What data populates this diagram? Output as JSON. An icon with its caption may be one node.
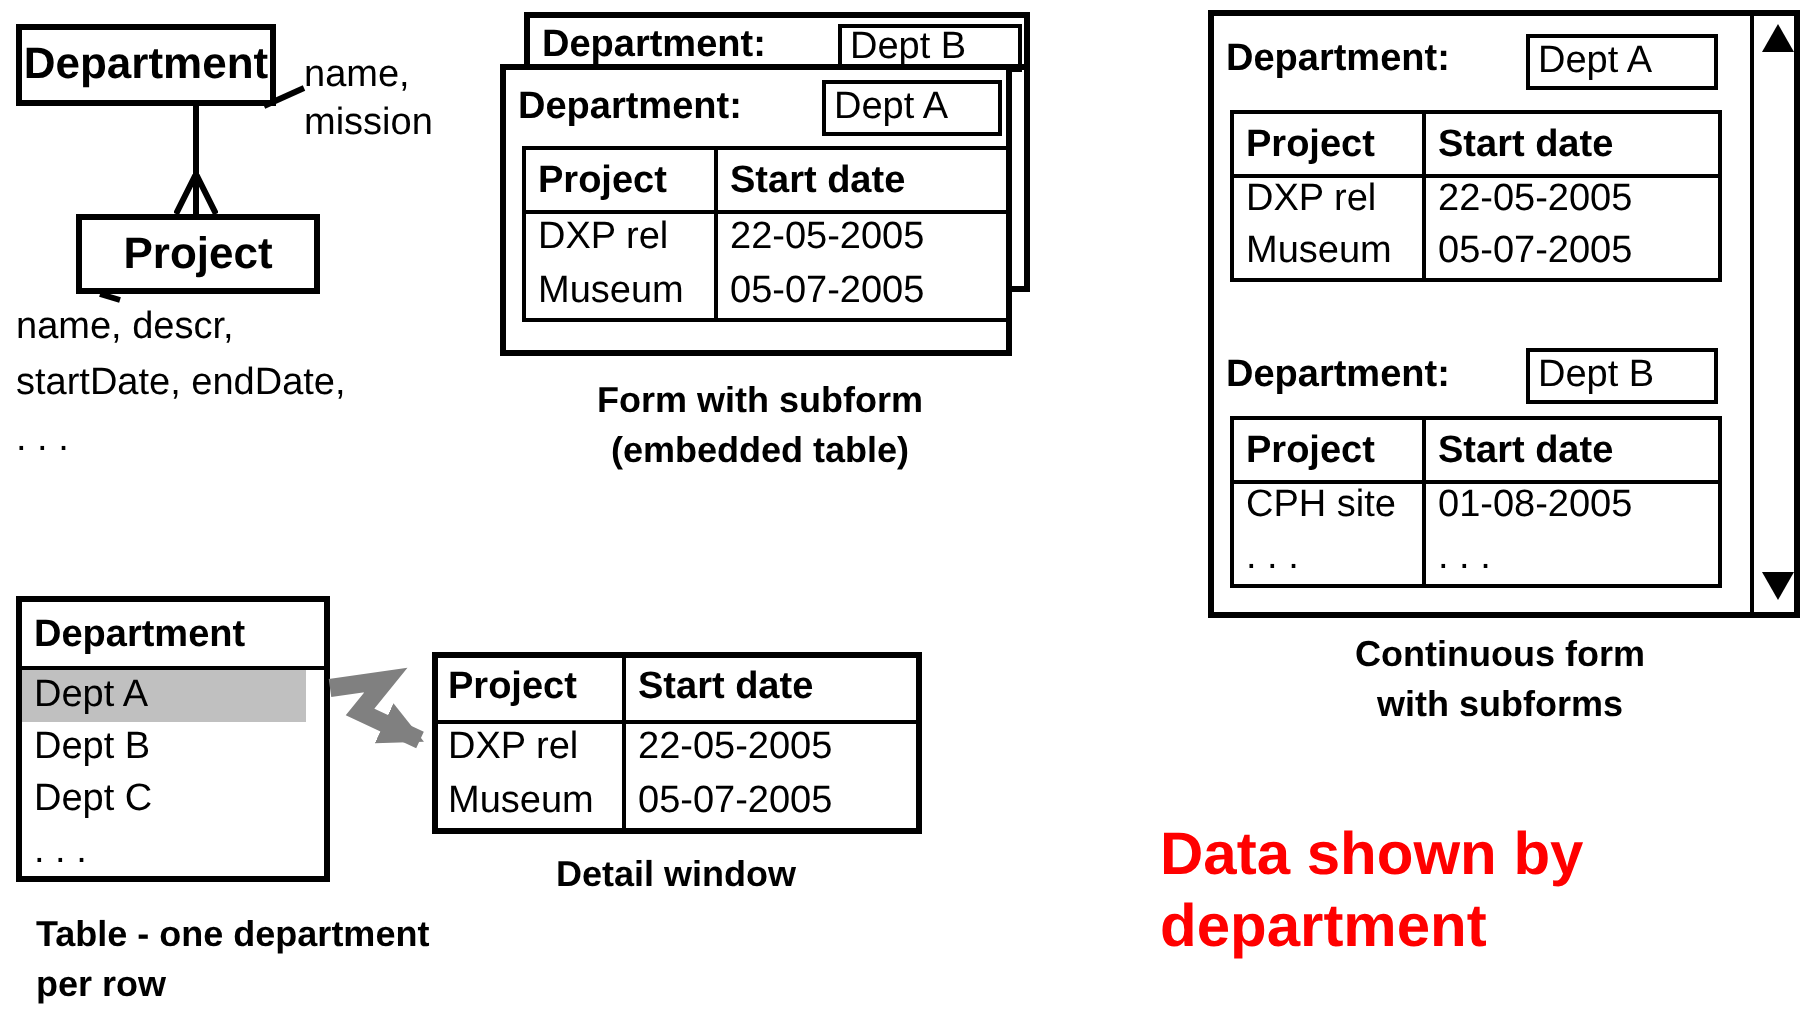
{
  "diagram": {
    "nodes": [
      {
        "text": [
          "Department"
        ]
      },
      {
        "text": [
          "name, mission"
        ]
      },
      {
        "text": [
          "Project"
        ]
      },
      {
        "text": [
          "name, descr, startDate, endDate, . . ."
        ]
      },
      {
        "text": [
          "Department:",
          "Dept B"
        ]
      },
      {
        "text": [
          "Department:",
          "Dept A",
          "Project",
          "Start date",
          "DXP rel",
          "22-05-2005",
          "Museum",
          "05-07-2005"
        ],
        "beside": [
          "Form with subform (embedded table)"
        ]
      },
      {
        "text": [
          "Department:",
          "Dept A",
          "Project",
          "Start date",
          "DXP rel",
          "22-05-2005",
          "Museum",
          "05-07-2005",
          "Department:",
          "Dept B",
          "Project",
          "Start date",
          "CPH site",
          "01-08-2005",
          ". . .",
          ". . ."
        ],
        "beside": [
          "Continuous form with subforms"
        ]
      },
      {
        "text": [
          "Department",
          "Dept A",
          "Dept B",
          "Dept C",
          ". . ."
        ],
        "beside": [
          "Table - one department per row"
        ]
      },
      {
        "text": [
          "Project",
          "Start date",
          "DXP rel",
          "22-05-2005",
          "Museum",
          "05-07-2005"
        ],
        "beside": [
          "Detail window"
        ]
      }
    ],
    "edges": [
      {
        "from": 0,
        "to": 2,
        "arrow": "other"
      },
      {
        "from": 1,
        "to": 0,
        "arrow": "none"
      },
      {
        "from": 3,
        "to": 2,
        "arrow": "none"
      },
      {
        "from": 7,
        "to": 8,
        "arrow": "to",
        "style": "thick",
        "color": "#808080"
      }
    ],
    "labels": [
      "Data shown by department"
    ]
  }
}
